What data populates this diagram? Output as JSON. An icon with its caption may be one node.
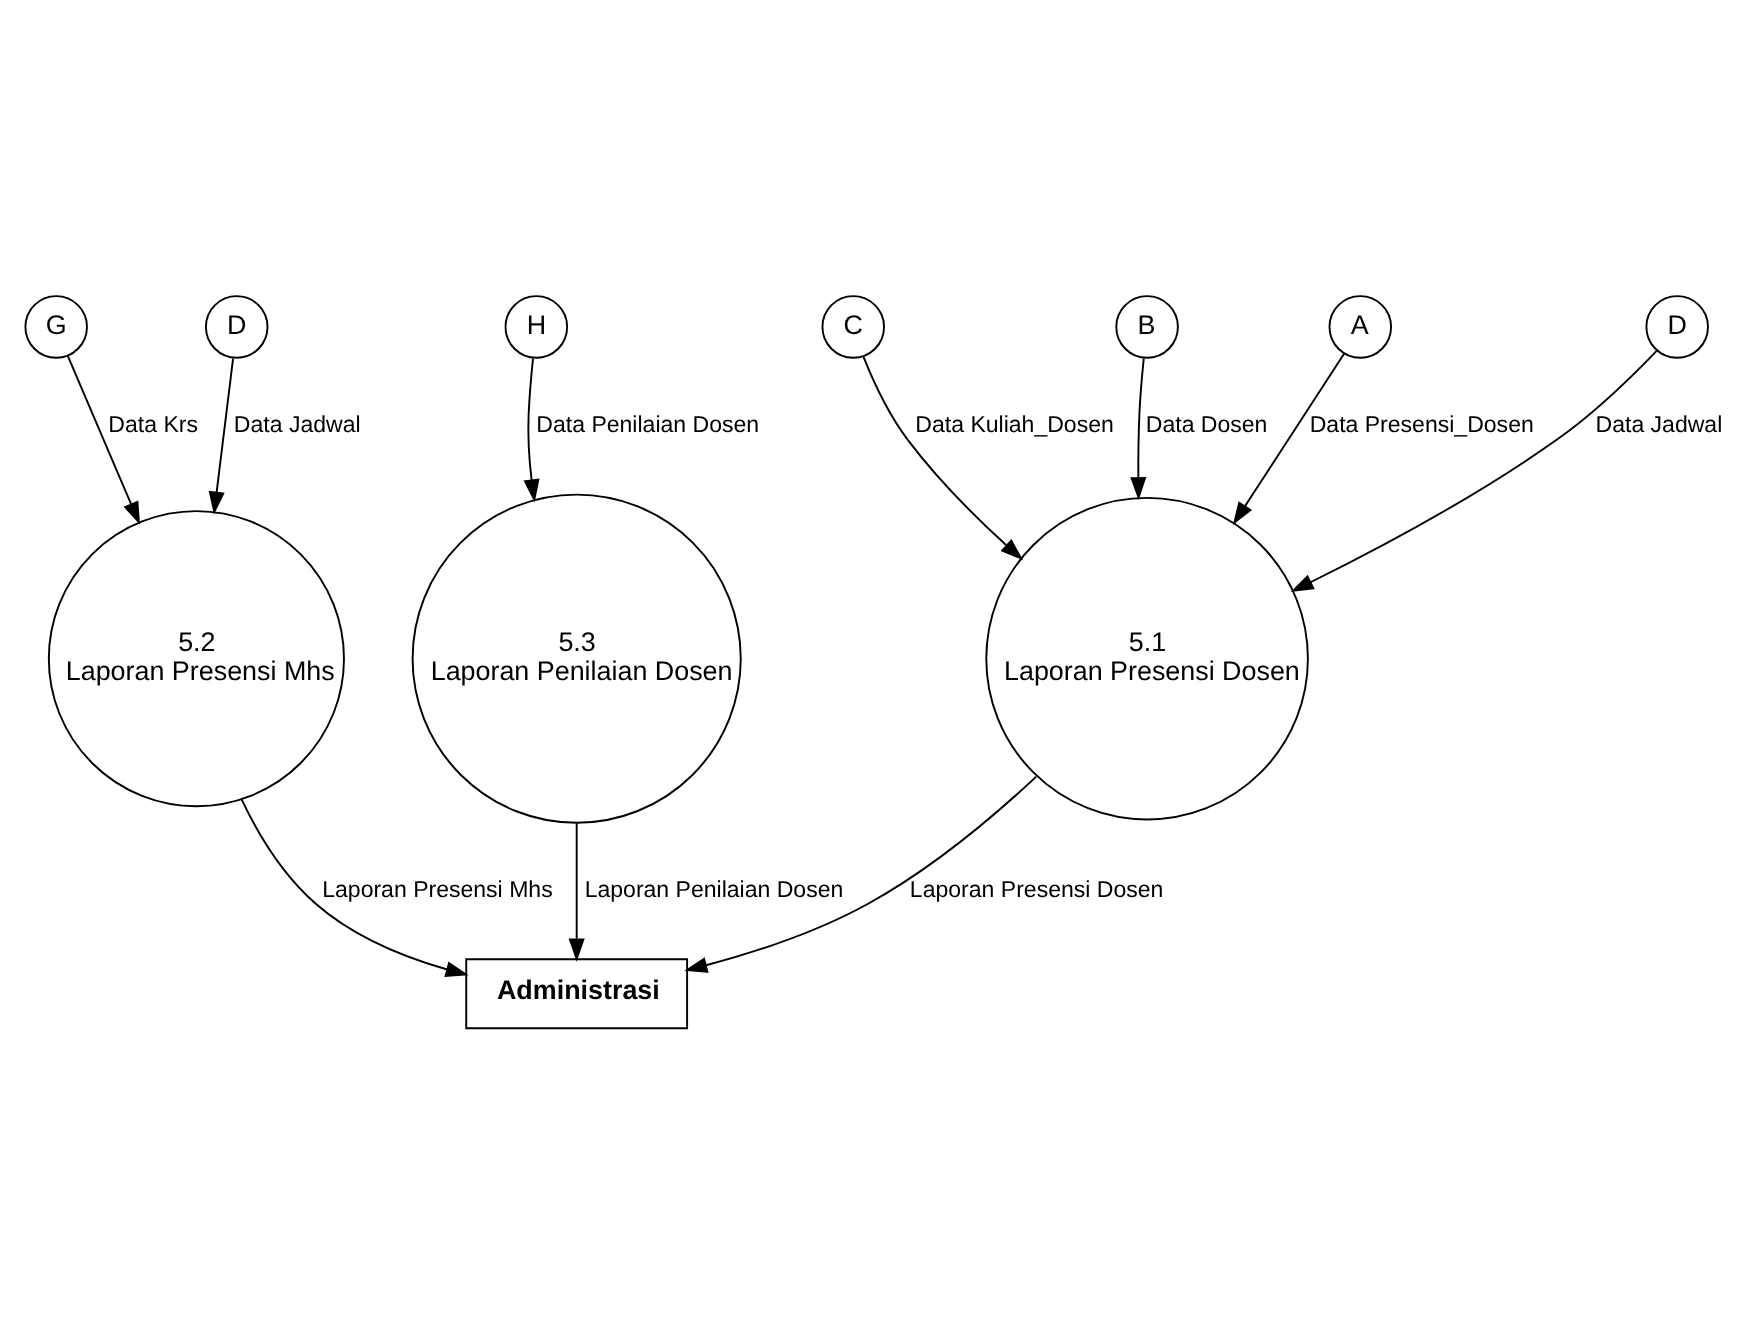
{
  "diagram": {
    "nodes": [
      {
        "text": [
          "B"
        ]
      },
      {
        "text": [
          "A"
        ]
      },
      {
        "text": [
          "D"
        ]
      },
      {
        "text": [
          "C"
        ]
      },
      {
        "text": [
          "5.1",
          "Laporan Presensi Dosen"
        ]
      },
      {
        "text": [
          "G"
        ]
      },
      {
        "text": [
          "5.2",
          "Laporan Presensi Mhs"
        ]
      },
      {
        "text": [
          "D"
        ]
      },
      {
        "text": [
          "H"
        ]
      },
      {
        "text": [
          "Administrasi"
        ]
      },
      {
        "text": [
          "5.3",
          "Laporan Penilaian Dosen"
        ]
      }
    ],
    "edges": [
      {
        "from": 0,
        "to": 4,
        "arrow": "to",
        "label": "Data Dosen"
      },
      {
        "from": 1,
        "to": 4,
        "arrow": "to",
        "label": "Data Presensi_Dosen"
      },
      {
        "from": 2,
        "to": 4,
        "arrow": "to",
        "label": "Data Jadwal"
      },
      {
        "from": 3,
        "to": 4,
        "arrow": "to",
        "label": "Data Kuliah_Dosen"
      },
      {
        "from": 5,
        "to": 6,
        "arrow": "to",
        "label": "Data Krs"
      },
      {
        "from": 7,
        "to": 6,
        "arrow": "to",
        "label": "Data Jadwal"
      },
      {
        "from": 6,
        "to": 9,
        "arrow": "to",
        "label": "Laporan Presensi Mhs"
      },
      {
        "from": 4,
        "to": 9,
        "arrow": "to",
        "label": "Laporan Presensi Dosen"
      },
      {
        "from": 8,
        "to": 10,
        "arrow": "to",
        "label": "Data Penilaian Dosen"
      },
      {
        "from": 10,
        "to": 9,
        "arrow": "to",
        "label": "Laporan Penilaian Dosen"
      }
    ]
  }
}
